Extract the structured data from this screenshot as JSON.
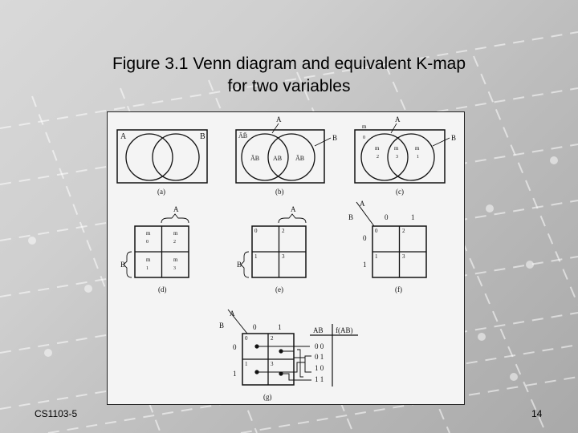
{
  "slide": {
    "title_line1": "Figure 3.1  Venn diagram and equivalent K-map",
    "title_line2": "for two variables",
    "course_code": "CS1103-5",
    "page_number": "14"
  },
  "figure": {
    "var_a": "A",
    "var_b": "B",
    "captions": [
      "(a)",
      "(b)",
      "(c)",
      "(d)",
      "(e)",
      "(f)",
      "(g)"
    ],
    "venn_b_regions": [
      "ĀB",
      "AB",
      "ĀB"
    ],
    "venn_b_top": "ĀB̄",
    "minterm_label": "m",
    "minterm_indices": [
      "0",
      "1",
      "2",
      "3"
    ],
    "bit0": "0",
    "bit1": "1",
    "truth_table": {
      "headers": [
        "AB",
        "f(AB)"
      ],
      "rows": [
        "0 0",
        "0 1",
        "1 0",
        "1 1"
      ]
    }
  }
}
